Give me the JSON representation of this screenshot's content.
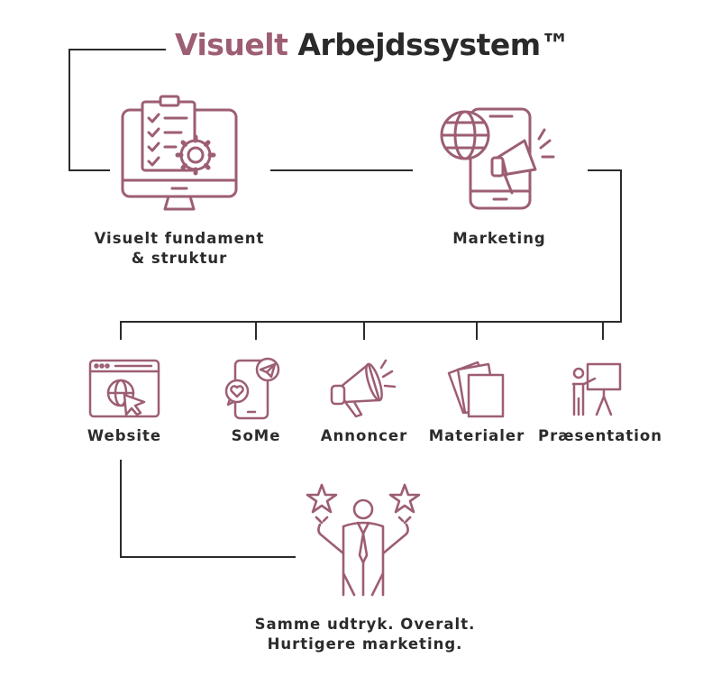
{
  "title": {
    "accent": "Visuelt",
    "main": "Arbejdssystem™"
  },
  "nodes": {
    "fundament": {
      "line1": "Visuelt fundament",
      "line2": "& struktur"
    },
    "marketing": {
      "label": "Marketing"
    },
    "website": {
      "label": "Website"
    },
    "some": {
      "label": "SoMe"
    },
    "annoncer": {
      "label": "Annoncer"
    },
    "materialer": {
      "label": "Materialer"
    },
    "praesentation": {
      "label": "Præsentation"
    },
    "result": {
      "line1": "Samme udtryk. Overalt.",
      "line2": "Hurtigere marketing."
    }
  },
  "colors": {
    "accent": "#9d5e72",
    "connector": "#2b2b2b"
  }
}
